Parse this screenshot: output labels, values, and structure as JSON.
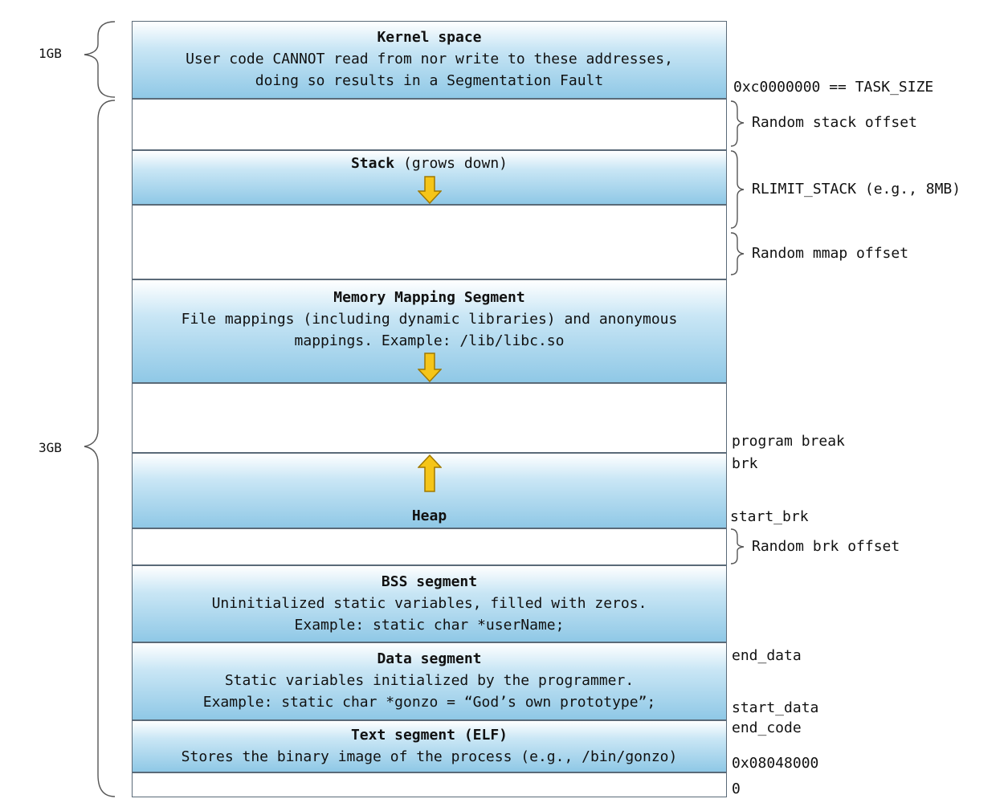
{
  "segments": {
    "kernel": {
      "title": "Kernel space",
      "line1": "User code CANNOT read from nor write to these addresses,",
      "line2": "doing so results in a Segmentation Fault"
    },
    "stack": {
      "title": "Stack",
      "suffix": " (grows down)"
    },
    "mmap": {
      "title": "Memory Mapping Segment",
      "line1": "File mappings (including dynamic libraries) and anonymous",
      "line2": "mappings. Example: /lib/libc.so"
    },
    "heap": {
      "title": "Heap"
    },
    "bss": {
      "title": "BSS segment",
      "line1": "Uninitialized static variables, filled with zeros.",
      "line2": "Example: static char *userName;"
    },
    "data": {
      "title": "Data segment",
      "line1": "Static variables initialized by the programmer.",
      "line2": "Example: static char *gonzo = “God’s own prototype”;"
    },
    "text": {
      "title": "Text segment (ELF)",
      "line1": "Stores the binary image of the process (e.g., /bin/gonzo)"
    }
  },
  "left_labels": {
    "kernel_size": "1GB",
    "user_size": "3GB"
  },
  "right_labels": {
    "task_size": "0xc0000000 == TASK_SIZE",
    "random_stack": "Random stack offset",
    "rlimit_stack": "RLIMIT_STACK (e.g., 8MB)",
    "random_mmap": "Random mmap offset",
    "program_break": "program break",
    "brk": "brk",
    "start_brk": "start_brk",
    "random_brk": "Random brk offset",
    "end_data": "end_data",
    "start_data": "start_data",
    "end_code": "end_code",
    "text_start": "0x08048000",
    "zero": "0"
  },
  "colors": {
    "segment_fill": "#8fc8e6",
    "border": "#5a6a78",
    "arrow_fill": "#f5c518",
    "arrow_stroke": "#a07800"
  },
  "icons": {
    "grow_down": "arrow-down-icon",
    "grow_up": "arrow-up-icon",
    "brace": "curly-brace-icon"
  }
}
